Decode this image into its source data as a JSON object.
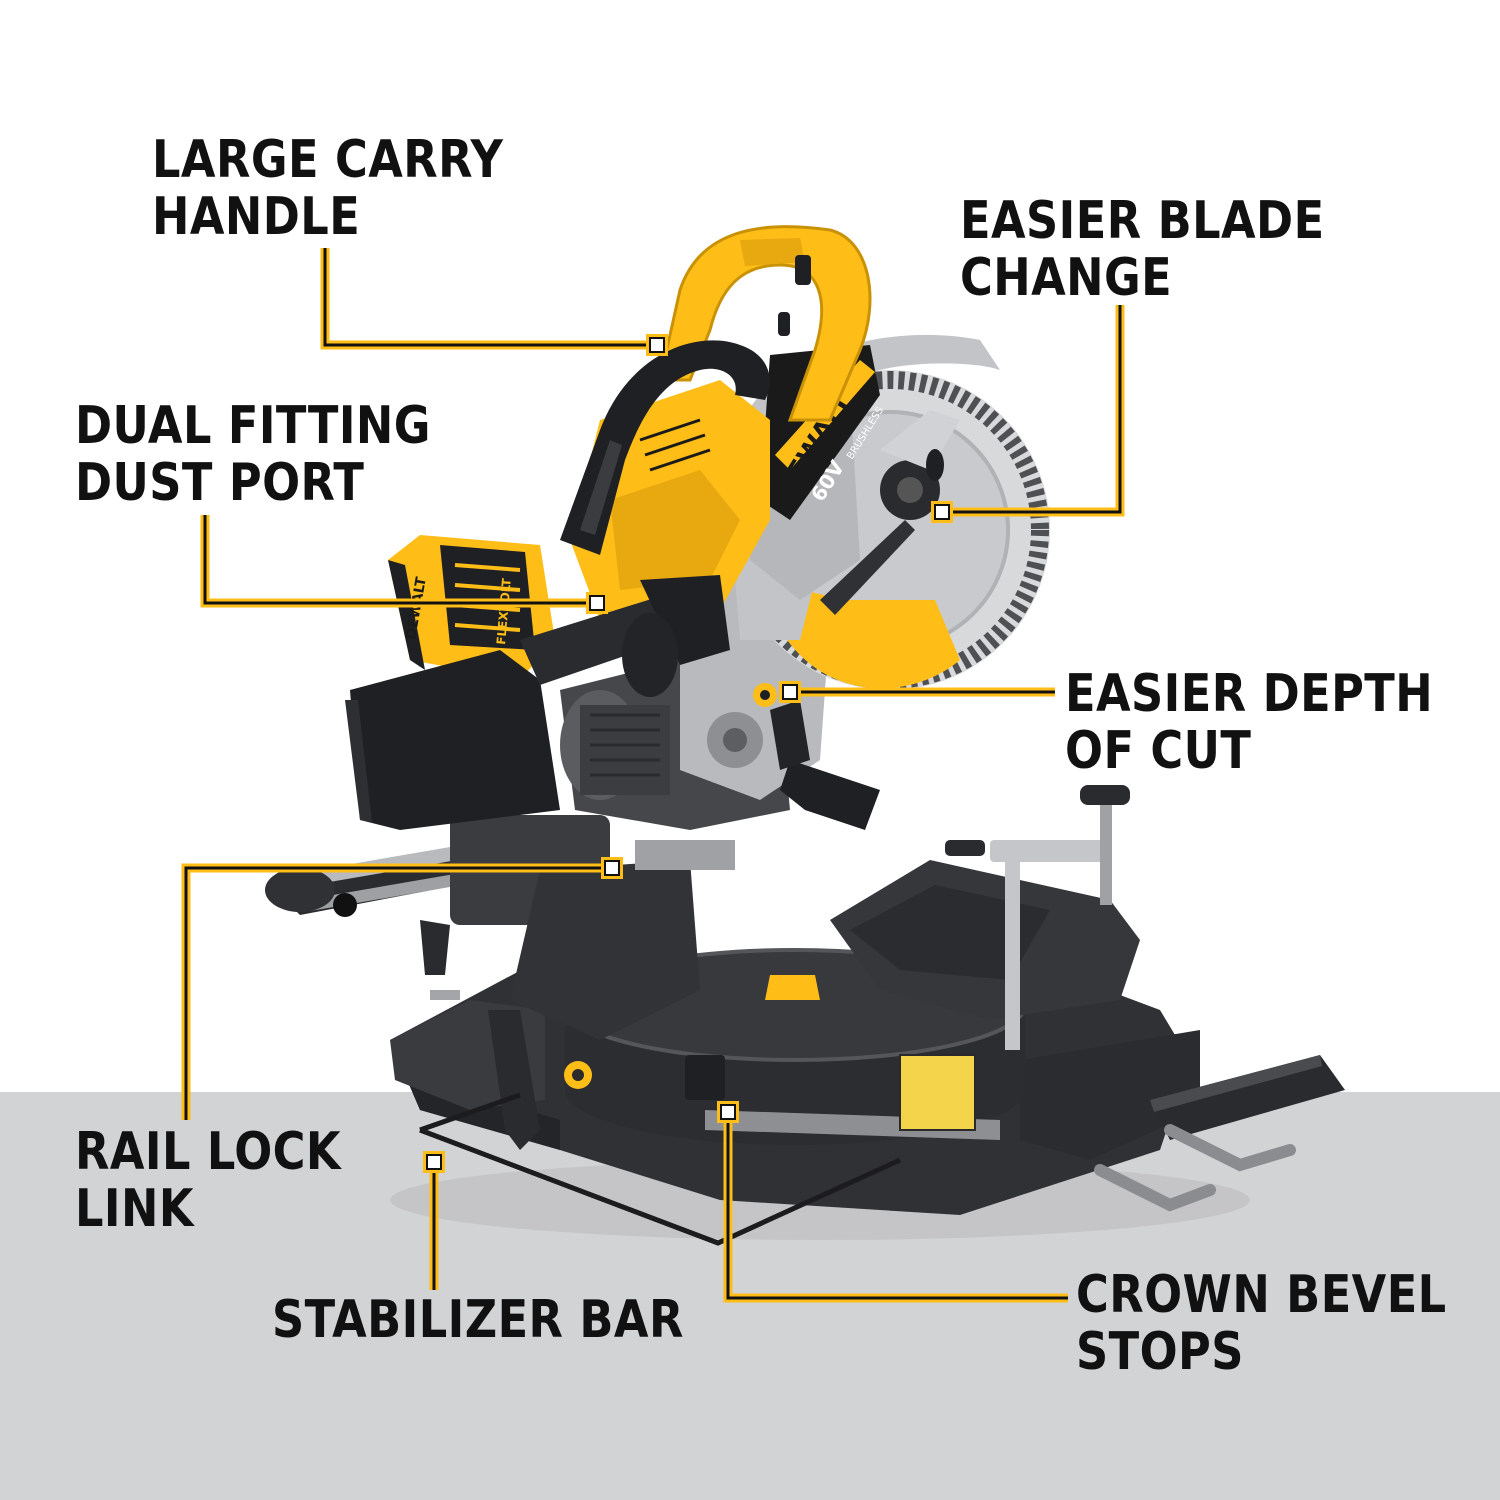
{
  "callouts": {
    "carry_handle": {
      "line1": "LARGE CARRY",
      "line2": "HANDLE"
    },
    "blade_change": {
      "line1": "EASIER BLADE",
      "line2": "CHANGE"
    },
    "dust_port": {
      "line1": "DUAL FITTING",
      "line2": "DUST PORT"
    },
    "depth_of_cut": {
      "line1": "EASIER DEPTH",
      "line2": "OF CUT"
    },
    "rail_lock": {
      "line1": "RAIL LOCK",
      "line2": "LINK"
    },
    "stabilizer_bar": {
      "line1": "STABILIZER BAR"
    },
    "crown_bevel": {
      "line1": "CROWN BEVEL",
      "line2": "STOPS"
    }
  },
  "product": {
    "brand": "DEWALT",
    "voltage": "60V",
    "motor": "BRUSHLESS",
    "battery_brand": "DEWALT",
    "battery_label": "FLEXVOLT"
  },
  "colors": {
    "accent_yellow": "#febd17",
    "body_dark": "#2f3033",
    "floor_gray": "#d2d3d5",
    "text_black": "#111111"
  }
}
